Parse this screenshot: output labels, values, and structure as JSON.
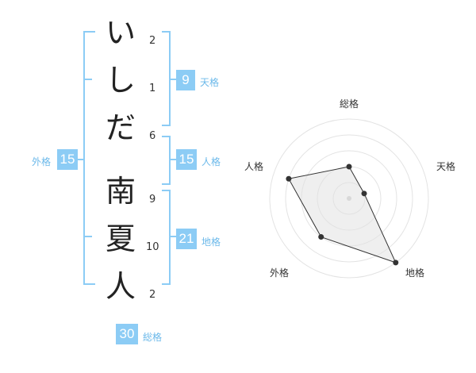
{
  "surname_chars": [
    {
      "char": "い",
      "strokes": "2"
    },
    {
      "char": "し",
      "strokes": "1"
    },
    {
      "char": "だ",
      "strokes": "6"
    }
  ],
  "given_chars": [
    {
      "char": "南",
      "strokes": "9"
    },
    {
      "char": "夏",
      "strokes": "10"
    },
    {
      "char": "人",
      "strokes": "2"
    }
  ],
  "fortunes": {
    "tenkaku": {
      "value": "9",
      "label": "天格"
    },
    "jinkaku": {
      "value": "15",
      "label": "人格"
    },
    "chikaku": {
      "value": "21",
      "label": "地格"
    },
    "gaikaku": {
      "value": "15",
      "label": "外格"
    },
    "soukaku": {
      "value": "30",
      "label": "総格"
    }
  },
  "colors": {
    "accent": "#8cccf5",
    "label": "#6cb9ea",
    "bracket": "#8cccf5"
  },
  "chart_data": {
    "type": "radar",
    "axes": [
      "総格",
      "天格",
      "地格",
      "外格",
      "人格"
    ],
    "values": [
      2,
      1,
      5,
      3,
      4
    ],
    "max": 5,
    "rings": 5
  }
}
